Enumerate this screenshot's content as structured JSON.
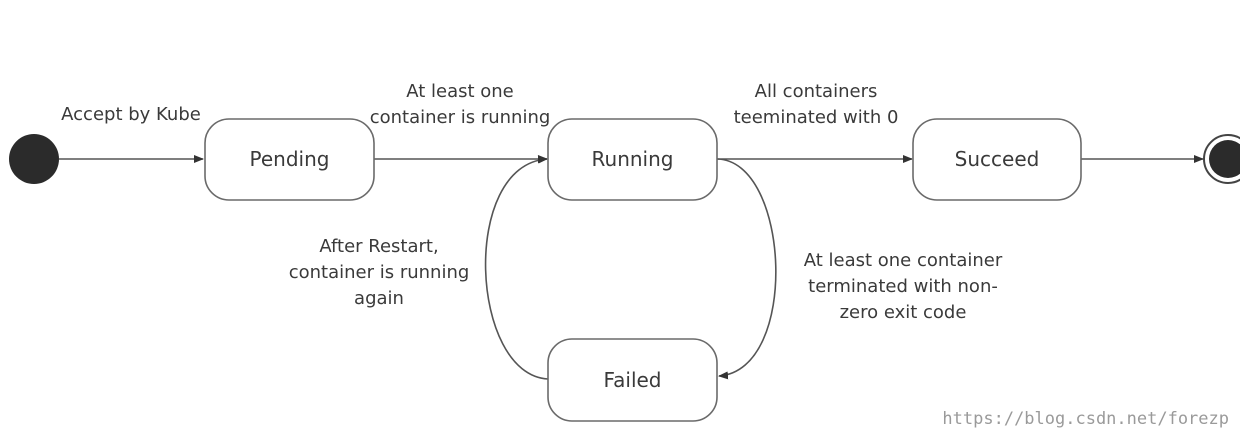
{
  "diagram": {
    "states": {
      "pending": "Pending",
      "running": "Running",
      "succeed": "Succeed",
      "failed": "Failed"
    },
    "transitions": {
      "accept": [
        "Accept by Kube"
      ],
      "pending_to_running": [
        "At least one",
        "container is running"
      ],
      "running_to_succeed": [
        "All containers",
        "teeminated with 0"
      ],
      "running_to_failed": [
        "At least one container",
        "terminated with non-",
        "zero exit code"
      ],
      "failed_to_running": [
        "After Restart,",
        "container is running",
        "again"
      ]
    },
    "start_node": "initial-state",
    "end_node": "final-state"
  },
  "watermark": "https://blog.csdn.net/forezp",
  "colors": {
    "node_fill": "#ffffff",
    "node_stroke": "#6a6a6a",
    "edge": "#555555",
    "start_dot": "#2b2b2b",
    "text": "#3a3a3a",
    "watermark": "#9a9a9a"
  }
}
